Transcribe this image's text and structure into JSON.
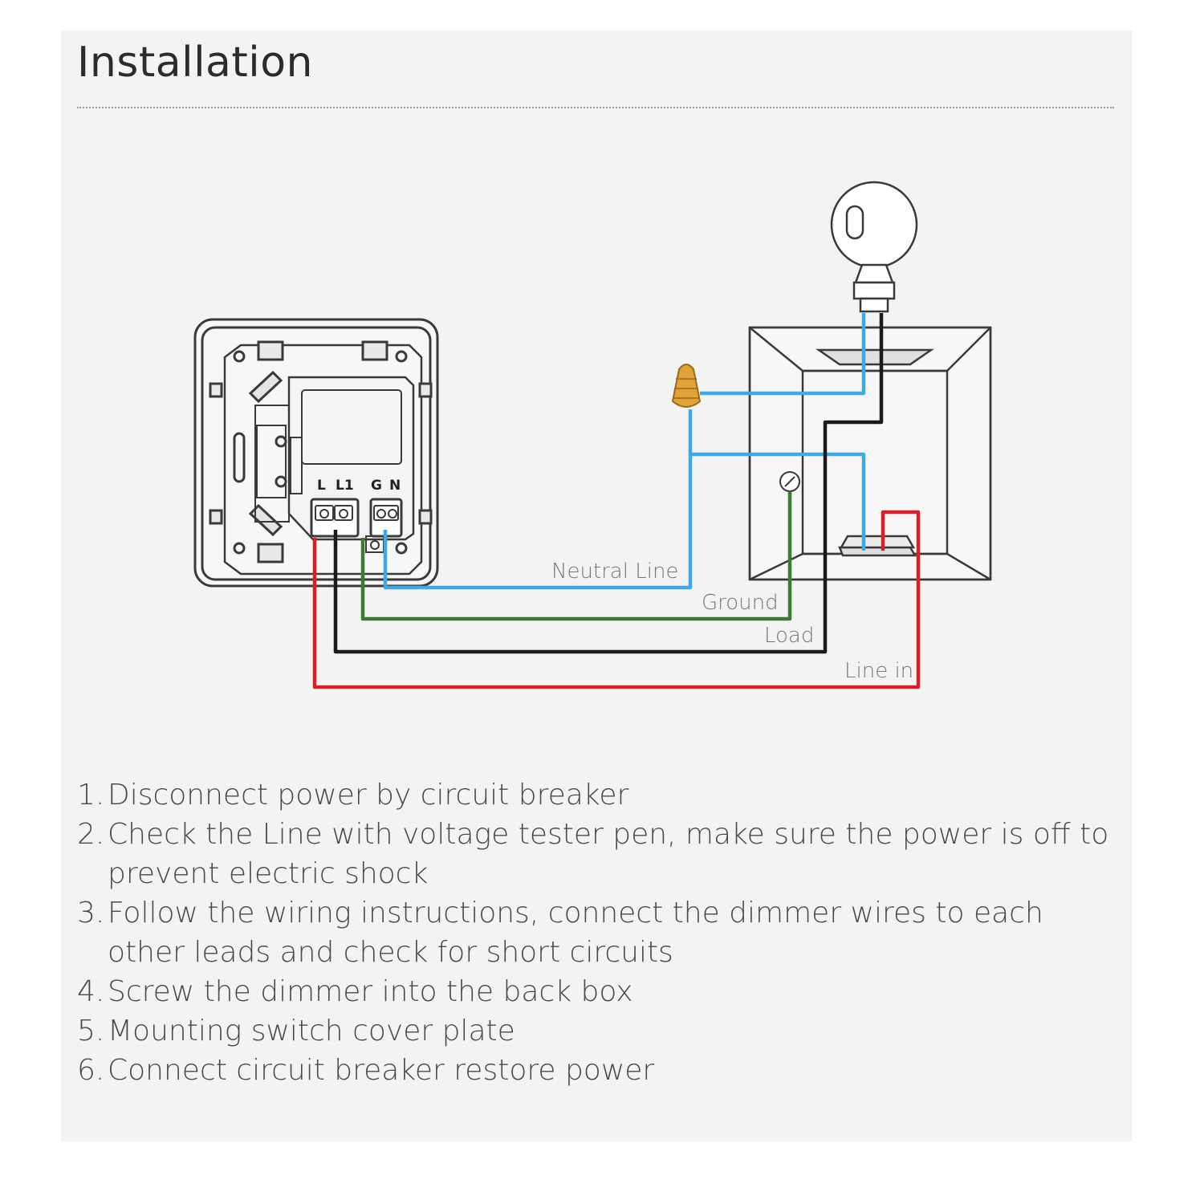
{
  "title": "Installation",
  "diagram": {
    "terminals": {
      "l": "L",
      "l1": "L1",
      "g": "G",
      "n": "N"
    },
    "wire_labels": {
      "neutral": "Neutral Line",
      "ground": "Ground",
      "load": "Load",
      "line_in": "Line in"
    },
    "colors": {
      "neutral": "#3fa9e6",
      "ground": "#3f7a35",
      "load": "#1a1a1a",
      "line_in": "#d92027",
      "wire_nut": "#e0a33a"
    }
  },
  "steps": [
    {
      "num": "1.",
      "text": "Disconnect power by circuit breaker"
    },
    {
      "num": "2.",
      "text": "Check the Line with voltage tester pen, make sure the power is off to prevent electric shock"
    },
    {
      "num": "3.",
      "text": "Follow the wiring instructions, connect the dimmer wires to each other leads and check for short circuits"
    },
    {
      "num": "4.",
      "text": "Screw the dimmer into the back box"
    },
    {
      "num": "5.",
      "text": "Mounting switch cover plate"
    },
    {
      "num": "6.",
      "text": "Connect circuit breaker restore power"
    }
  ]
}
